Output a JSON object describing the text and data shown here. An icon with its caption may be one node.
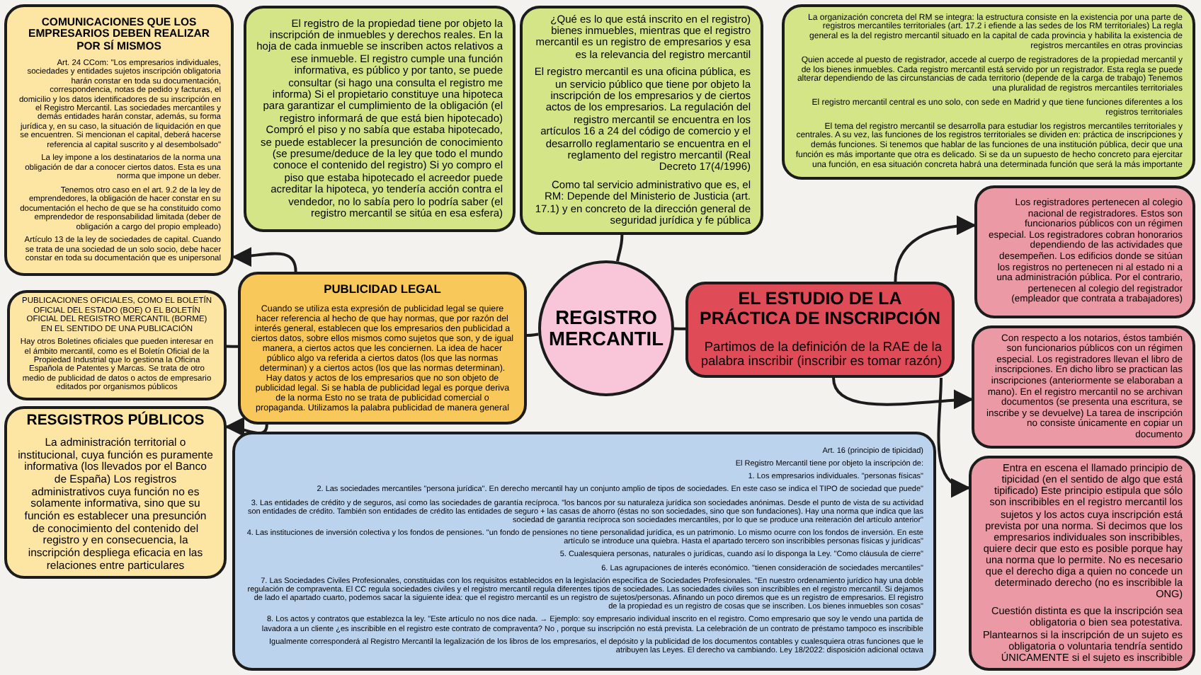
{
  "diagram": {
    "nodes": [
      {
        "text": [
          "COMUNICACIONES QUE LOS EMPRESARIOS DEBEN REALIZAR POR SÍ MISMOS",
          "Art. 24 CCom: \"Los empresarios individuales, sociedades y entidades sujetos inscripción obligatoria harán constar en toda su documentación, correspondencia, notas de pedido y facturas, el domicilio y los datos identificadores de su inscripción en el Registro Mercantil. Las sociedades mercantiles y demás entidades harán constar, además, su forma jurídica y, en su caso, la situación de liquidación en que se encuentren. Si mencionan el capital, deberá hacerse referencia al capital suscrito y al desembolsado\"",
          "La ley impone a los destinatarios de la norma una obligación de dar a conocer ciertos datos. Esta es una norma que impone un deber.",
          "Tenemos otro caso en el art. 9.2 de la ley de emprendedores, la obligación de hacer constar en su documentación el hecho de que se ha constituido como emprendedor de responsabilidad limitada (deber de obligación a cargo del propio empleado)",
          "Artículo 13 de la ley de sociedades de capital. Cuando se trata de una sociedad de un solo socio, debe hacer constar en toda su documentación que es unipersonal"
        ]
      },
      {
        "text": [
          "El registro de la propiedad tiene por objeto la inscripción de inmuebles y derechos reales. En la hoja de cada inmueble se inscriben actos relativos a ese inmueble. El registro cumple una función informativa, es público y por tanto, se puede consultar (si hago una consulta el registro me informa) Si el propietario constituye una hipoteca para garantizar el cumplimiento de la obligación (el registro informará de que está bien hipotecado) Compró el piso y no sabía que estaba hipotecado, se puede establecer la presunción de conocimiento (se presume/deduce de la ley que todo el mundo conoce el contenido del registro) Si yo compro el piso que estaba hipotecado el acreedor puede acreditar la hipoteca, yo tendería acción contra el vendedor, no lo sabía pero lo podría saber (el registro mercantil se sitúa en esa esfera)"
        ]
      },
      {
        "text": [
          "¿Qué es lo que está inscrito en el registro) bienes inmuebles, mientras que el registro mercantil es un registro de empresarios y esa es la relevancia del registro mercantil",
          "El registro mercantil es una oficina pública, es un servicio público que tiene por objeto la inscripción de los empresarios y de ciertos actos de los empresarios. La regulación del registro mercantil se encuentra en los artículos 16 a 24 del código de comercio y el desarrollo reglamentario se encuentra en el reglamento del registro mercantil (Real Decreto 17(4/1996)",
          "Como tal servicio administrativo que es, el RM: Depende del Ministerio de Justicia (art. 17.1) y en concreto de la dirección general de seguridad jurídica y fe pública"
        ]
      },
      {
        "text": [
          "La organización concreta del RM se integra: la estructura consiste en la existencia por una parte de registros mercantiles territoriales (art. 17.2 i efiende a las sedes de los RM territoriales) La regla general es la del registro mercantil situado en la capital de cada provincia y habilita la existencia de registros mercantiles en otras provincias",
          "Quien accede al puesto de registrador, accede al cuerpo de registradores de la propiedad mercantil y de los bienes inmuebles. Cada registro mercantil está servido por un registrador. Esta regla se puede alterar dependiendo de las circunstancias de cada territorio (depende de la carga de trabajo) Tenemos una pluralidad de registros mercantiles territoriales",
          "El registro mercantil central es uno solo, con sede en Madrid y que tiene funciones diferentes a los registros territoriales",
          "El tema del registro mercantil se desarrolla para estudiar los registros mercantiles territoriales y centrales. A su vez, las funciones de los registros territoriales se dividen en: práctica de inscripciones y demás funciones. Si tenemos que hablar de las funciones de una institución pública, decir que una función es más importante que otra es delicado. Si se da un supuesto de hecho concreto para ejercitar una función, en esa situación concreta habrá una determinada función que será la más importante"
        ]
      },
      {
        "text": [
          "Los registradores pertenecen al colegio nacional de registradores. Estos son funcionarios públicos con un régimen especial. Los registradores cobran honorarios dependiendo de las actividades que desempeñen. Los edificios donde se sitúan los registros no pertenecen ni al estado ni a una administración pública. Por el contrario, pertenecen al colegio del registrador (empleador que contrata a trabajadores)"
        ]
      },
      {
        "text": [
          "PUBLICACIONES OFICIALES, COMO EL BOLETÍN OFICIAL DEL ESTADO (BOE) O EL BOLETÍN OFICIAL DEL REGISTRO MERCANTIL (BORME) EN EL SENTIDO DE UNA PUBLICACIÓN",
          "Hay otros Boletines oficiales que pueden interesar en el ámbito mercantil, como es el Boletín Oficial de la Propiedad Industrial que lo gestiona la Oficina Española de Patentes y Marcas. Se trata de otro medio de publicidad de datos o actos de empresario editados por organismos públicos"
        ]
      },
      {
        "text": [
          "PUBLICIDAD LEGAL",
          "Cuando se utiliza esta expresión de publicidad legal se quiere hacer referencia al hecho de que hay normas, que por razón del interés general, establecen que los empresarios den publicidad a ciertos datos, sobre ellos mismos como sujetos que son, y de igual manera, a ciertos actos que les conciernen. La idea de hacer público algo va referida a ciertos datos (los que las normas determinan) y a ciertos actos (los que las normas determinan). Hay datos y actos de los empresarios que no son objeto de publicidad legal. Si se habla de publicidad legal es porque deriva de la norma Esto no se trata de publicidad comercial o propaganda. Utilizamos la palabra publicidad de manera general"
        ]
      },
      {
        "text": [
          "REGISTRO MERCANTIL"
        ]
      },
      {
        "text": [
          "EL ESTUDIO DE LA PRÁCTICA DE INSCRIPCIÓN",
          "Partimos de la definición de la RAE de la palabra inscribir (inscribir es tomar razón)"
        ]
      },
      {
        "text": [
          "Con respecto a los notarios, éstos también son funcionarios públicos con un régimen especial. Los registradores llevan el libro de inscripciones. En dicho libro se practican las inscripciones (anteriormente se elaboraban a mano). En el registro mercantil no se archivan documentos (se presenta una escritura, se inscribe y se devuelve) La tarea de inscripción no consiste únicamente en copiar un documento"
        ]
      },
      {
        "text": [
          "RESGISTROS PÚBLICOS",
          "La administración territorial o institucional, cuya función es puramente informativa (los llevados por el Banco de España) Los registros administrativos cuya función no es solamente informativa, sino que su función es establecer una presunción de conocimiento del contenido del registro y en consecuencia, la inscripción despliega eficacia en las relaciones entre particulares"
        ]
      },
      {
        "text": [
          "Art. 16 (principio de tipicidad)",
          "El Registro Mercantil tiene por objeto la inscripción de:",
          "1. Los empresarios individuales. \"personas físicas\"",
          "2. Las sociedades mercantiles \"persona jurídica\". En derecho mercantil hay un conjunto amplio de tipos de sociedades. En este caso se indica el TIPO de sociedad que puede\"",
          "3. Las entidades de crédito y de seguros, así como las sociedades de garantía recíproca. \"los bancos por su naturaleza jurídica son sociedades anónimas. Desde el punto de vista de su actividad son entidades de crédito. También son entidades de crédito las entidades de seguro + las casas de ahorro (éstas no son sociedades, sino que son fundaciones). Hay una norma que indica que las sociedad de garantía recíproca son sociedades mercantiles, por lo que se produce una reiteración del artículo anterior\"",
          "4. Las instituciones de inversión colectiva y los fondos de pensiones. \"un fondo de pensiones no tiene personalidad jurídica, es un patrimonio. Lo mismo ocurre con los fondos de inversión. En este artículo se introduce una quiebra. Hasta el apartado tercero son inscribibles personas físicas y jurídicas\"",
          "5. Cualesquiera personas, naturales o jurídicas, cuando así lo disponga la Ley. \"Como cláusula de cierre\"",
          "6. Las agrupaciones de interés económico. \"tienen consideración de sociedades mercantiles\"",
          "7. Las Sociedades Civiles Profesionales, constituidas con los requisitos establecidos en la legislación específica de Sociedades Profesionales. \"En nuestro ordenamiento jurídico hay una doble regulación de compraventa. El CC regula sociedades civiles y el registro mercantil regula diferentes tipos de sociedades. Las sociedades civiles son inscribibles en el registro mercantil. Si dejamos de lado el apartado cuarto, podemos sacar la siguiente idea: que el registro mercantil es un registro de sujetos/personas. Afinando un poco diremos que es un registro de empresarios. El registro de la propiedad es un registro de cosas que se inscriben. Los bienes inmuebles son cosas\"",
          "8. Los actos y contratos que establezca la ley. \"Este artículo no nos dice nada. → Ejemplo: soy empresario individual inscrito en el registro. Como empresario que soy le vendo una partida de lavadora a un cliente ¿es inscribible en el registro este contrato de compraventa? No , porque su inscripción no está prevista. La celebración de un contrato de préstamo tampoco es inscribible",
          "Igualmente corresponderá al Registro Mercantil la legalización de los libros de los empresarios, el depósito y la publicidad de los documentos contables y cualesquiera otras funciones que le atribuyen las Leyes. El derecho va cambiando. Ley 18/2022: disposición adicional octava"
        ]
      },
      {
        "text": [
          "Entra en escena el llamado principio de tipicidad (en el sentido de algo que está tipificado) Este principio estipula que sólo son inscribibles en el registro mercantil los sujetos y los actos cuya inscripción está prevista por una norma. Si decimos que los empresarios individuales son inscribibles, quiere decir que esto es posible porque hay una norma que lo permite. No es necesario que el derecho diga a quien no concede un determinado derecho (no es inscribible la ONG)",
          "Cuestión distinta es que la inscripción sea obligatoria o bien sea potestativa. Plantearnos si la inscripción de un sujeto es obligatoria o voluntaria tendría sentido ÚNICAMENTE si el sujeto es inscribible"
        ]
      }
    ],
    "edges": [
      {
        "from": 5,
        "to": 6,
        "arrow": "none"
      },
      {
        "from": 6,
        "to": 0,
        "arrow": "to"
      },
      {
        "from": 6,
        "to": 10,
        "arrow": "to"
      },
      {
        "from": 6,
        "to": 7,
        "arrow": "none"
      },
      {
        "from": 2,
        "to": 7,
        "arrow": "none"
      },
      {
        "from": 7,
        "to": 8,
        "arrow": "none"
      },
      {
        "from": 8,
        "to": 4,
        "arrow": "to"
      },
      {
        "from": 8,
        "to": 9,
        "arrow": "to"
      },
      {
        "from": 8,
        "to": 12,
        "arrow": "to"
      }
    ]
  }
}
